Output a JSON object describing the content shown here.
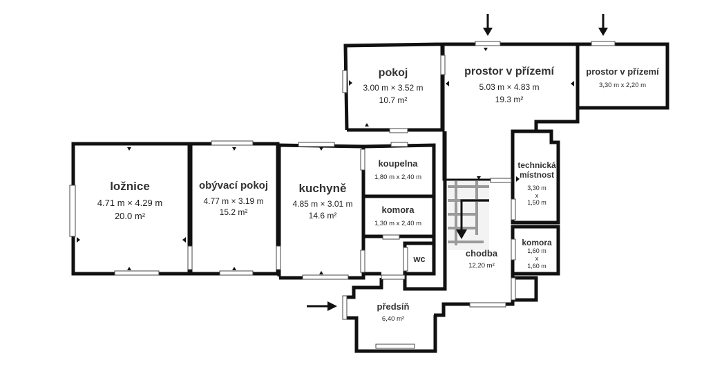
{
  "rooms": {
    "loznice": {
      "name": "ložnice",
      "dims": "4.71 m × 4.29 m",
      "area": "20.0 m²"
    },
    "obyvaci": {
      "name": "obývací pokoj",
      "dims": "4.77 m × 3.19 m",
      "area": "15.2 m²"
    },
    "kuchyne": {
      "name": "kuchyně",
      "dims": "4.85 m × 3.01 m",
      "area": "14.6 m²"
    },
    "pokoj": {
      "name": "pokoj",
      "dims": "3.00 m × 3.52 m",
      "area": "10.7 m²"
    },
    "prostor1": {
      "name": "prostor v přízemí",
      "dims": "5.03 m × 4.83 m",
      "area": "19.3 m²"
    },
    "prostor2": {
      "name": "prostor v přízemí",
      "dims": "3,30 m x 2,20 m"
    },
    "koupelna": {
      "name": "koupelna",
      "dims": "1,80 m x 2,40 m"
    },
    "komora1": {
      "name": "komora",
      "dims": "1,30 m x 2,40 m"
    },
    "wc": {
      "name": "wc"
    },
    "technicka": {
      "name_line1": "technická",
      "name_line2": "místnost",
      "dim1": "3,30 m",
      "x": "x",
      "dim2": "1,50 m"
    },
    "komora2": {
      "name": "komora",
      "dim1": "1,60 m",
      "x": "x",
      "dim2": "1,60 m"
    },
    "chodba": {
      "name": "chodba",
      "area": "12,20 m²"
    },
    "predsin": {
      "name": "předsíň",
      "area": "6,40 m²"
    }
  },
  "colors": {
    "wall": "#111111",
    "stairs": "#9a9a9a",
    "background": "#ffffff"
  },
  "entrance_arrows": [
    "arrow-icon",
    "arrow-icon",
    "arrow-icon"
  ]
}
